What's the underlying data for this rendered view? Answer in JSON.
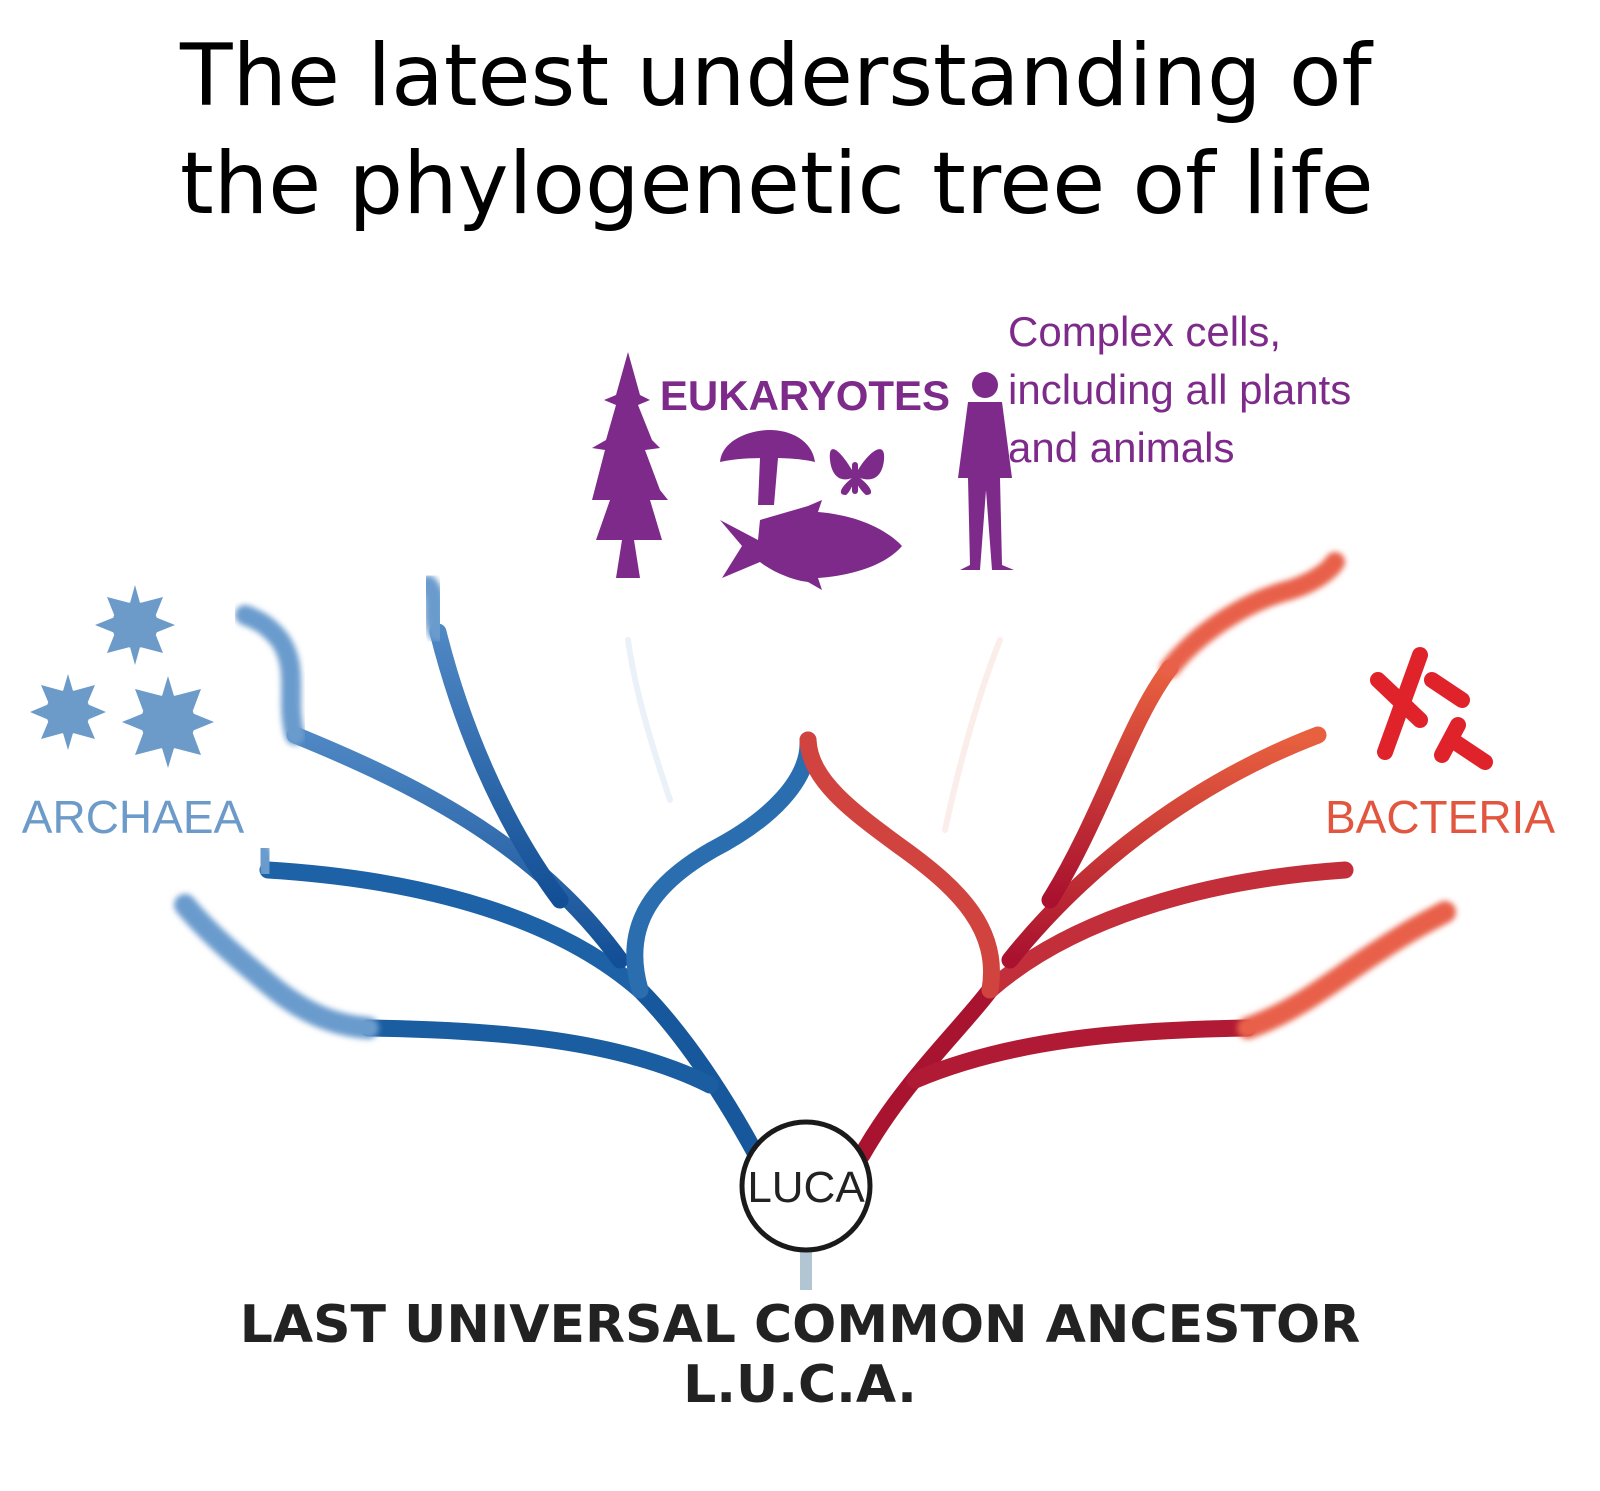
{
  "title": {
    "line1": "The latest understanding of",
    "line2": "the phylogenetic tree of life"
  },
  "groups": {
    "archaea": {
      "label": "ARCHAEA",
      "color": "#6d9bc9"
    },
    "eukaryotes": {
      "label": "EUKARYOTES",
      "color": "#7d2a8a",
      "description": [
        "Complex cells,",
        "including all plants",
        "and animals"
      ],
      "icons": [
        "tree-icon",
        "mushroom-icon",
        "butterfly-icon",
        "fish-icon",
        "person-icon"
      ]
    },
    "bacteria": {
      "label": "BACTERIA",
      "color": "#e2563f"
    }
  },
  "root": {
    "label": "LUCA"
  },
  "footer": {
    "line1": "LAST UNIVERSAL COMMON ANCESTOR",
    "line2": "L.U.C.A."
  },
  "colors": {
    "archaea_branch": "#1e5fa3",
    "archaea_tip": "#5b8fc6",
    "bacteria_branch": "#b01c36",
    "bacteria_tip": "#e4553e",
    "eukaryote_stem": "#7d2a8a"
  }
}
